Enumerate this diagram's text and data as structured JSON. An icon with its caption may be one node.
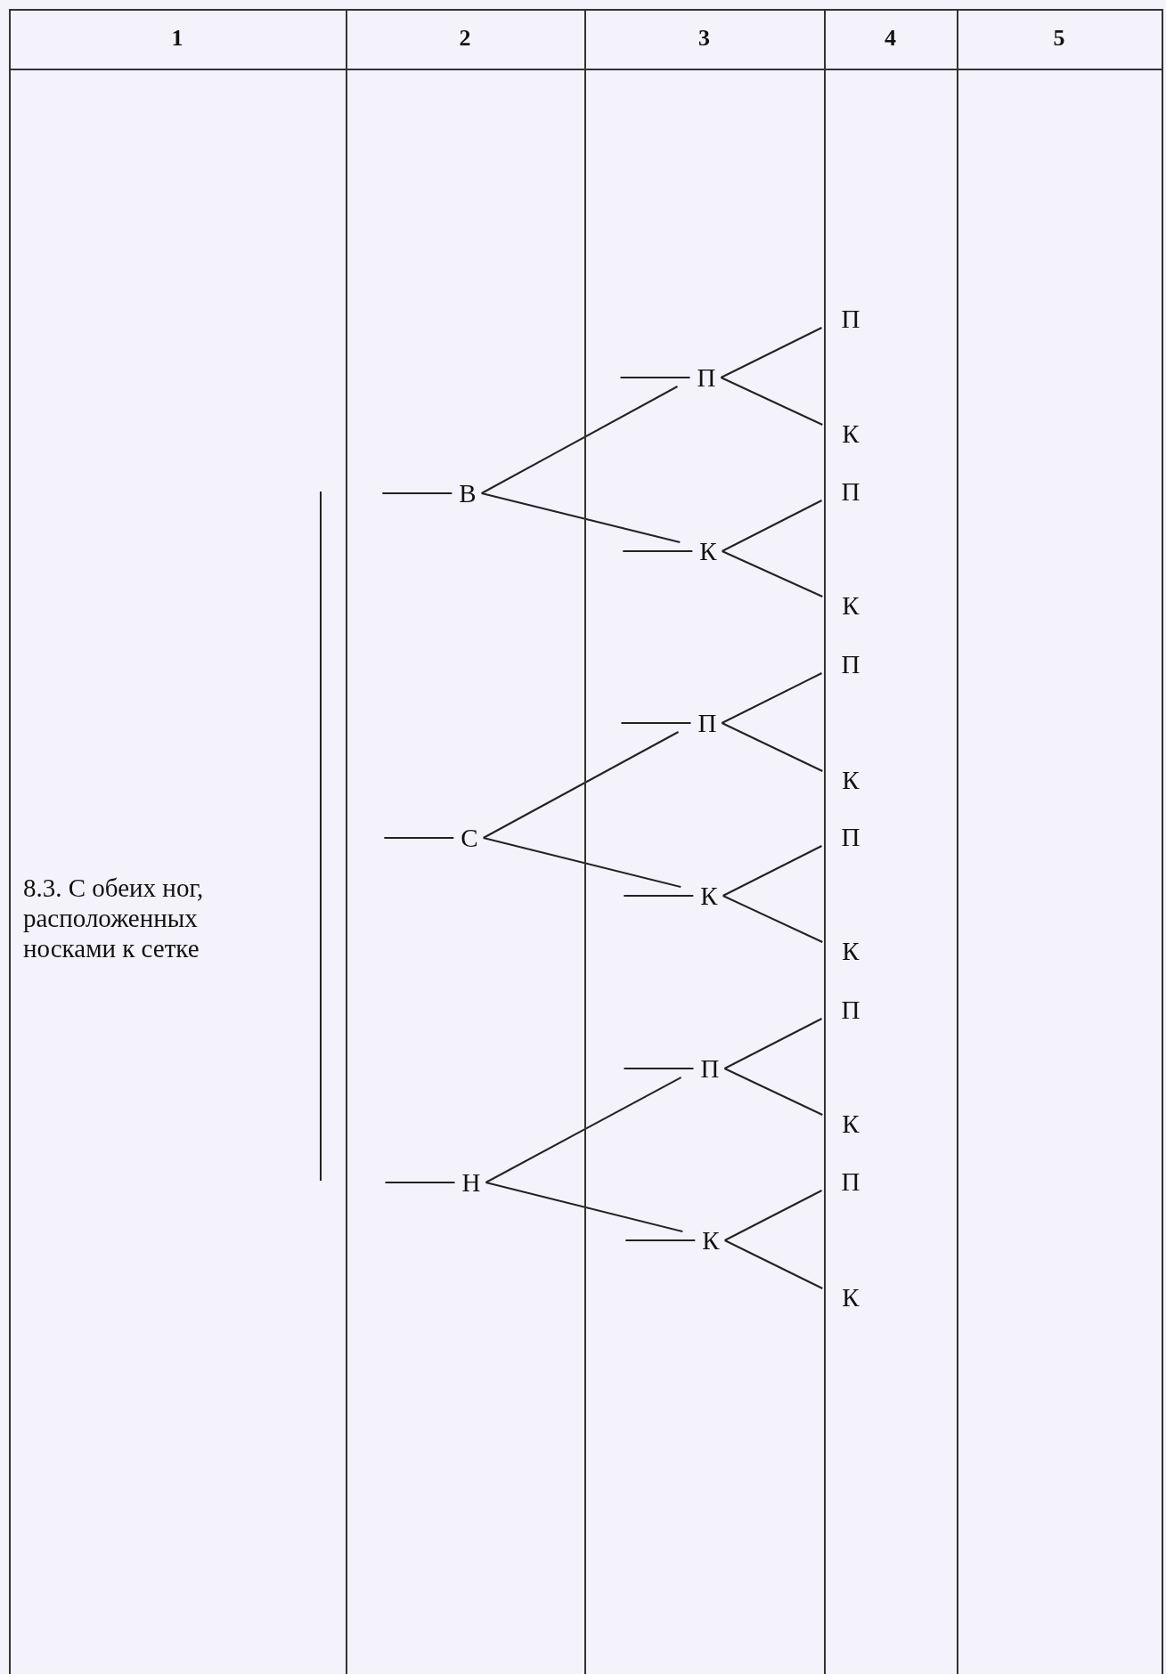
{
  "diagram": {
    "nodes": [
      {
        "text": [
          "В"
        ]
      },
      {
        "text": [
          "С"
        ]
      },
      {
        "text": [
          "Н"
        ]
      },
      {
        "text": [
          "П"
        ]
      },
      {
        "text": [
          "К"
        ]
      },
      {
        "text": [
          "П"
        ]
      },
      {
        "text": [
          "К"
        ]
      },
      {
        "text": [
          "П"
        ]
      },
      {
        "text": [
          "К"
        ]
      },
      {
        "text": [
          "П"
        ]
      },
      {
        "text": [
          "К"
        ]
      },
      {
        "text": [
          "П"
        ]
      },
      {
        "text": [
          "К"
        ]
      },
      {
        "text": [
          "П"
        ]
      },
      {
        "text": [
          "К"
        ]
      },
      {
        "text": [
          "П"
        ]
      },
      {
        "text": [
          "К"
        ]
      },
      {
        "text": [
          "П"
        ]
      },
      {
        "text": [
          "К"
        ]
      },
      {
        "text": [
          "П"
        ]
      },
      {
        "text": [
          "К"
        ]
      }
    ],
    "edges": [
      {
        "from": null,
        "to": 0,
        "arrow": "none"
      },
      {
        "from": null,
        "to": 1,
        "arrow": "none"
      },
      {
        "from": null,
        "to": 2,
        "arrow": "none"
      },
      {
        "from": 0,
        "to": 3,
        "arrow": "none"
      },
      {
        "from": 0,
        "to": 4,
        "arrow": "none"
      },
      {
        "from": 1,
        "to": 5,
        "arrow": "none"
      },
      {
        "from": 1,
        "to": 6,
        "arrow": "none"
      },
      {
        "from": 2,
        "to": 7,
        "arrow": "none"
      },
      {
        "from": 2,
        "to": 8,
        "arrow": "none"
      },
      {
        "from": null,
        "to": 3,
        "arrow": "none"
      },
      {
        "from": null,
        "to": 4,
        "arrow": "none"
      },
      {
        "from": null,
        "to": 5,
        "arrow": "none"
      },
      {
        "from": null,
        "to": 6,
        "arrow": "none"
      },
      {
        "from": null,
        "to": 7,
        "arrow": "none"
      },
      {
        "from": null,
        "to": 8,
        "arrow": "none"
      },
      {
        "from": 3,
        "to": 9,
        "arrow": "none"
      },
      {
        "from": 3,
        "to": 10,
        "arrow": "none"
      },
      {
        "from": 4,
        "to": 11,
        "arrow": "none"
      },
      {
        "from": 4,
        "to": 12,
        "arrow": "none"
      },
      {
        "from": 5,
        "to": 13,
        "arrow": "none"
      },
      {
        "from": 5,
        "to": 14,
        "arrow": "none"
      },
      {
        "from": 6,
        "to": 15,
        "arrow": "none"
      },
      {
        "from": 6,
        "to": 16,
        "arrow": "none"
      },
      {
        "from": 7,
        "to": 17,
        "arrow": "none"
      },
      {
        "from": 7,
        "to": 18,
        "arrow": "none"
      },
      {
        "from": 8,
        "to": 19,
        "arrow": "none"
      },
      {
        "from": 8,
        "to": 20,
        "arrow": "none"
      }
    ],
    "labels": [
      "1",
      "2",
      "3",
      "4",
      "5",
      "8.3. С обеих ног, расположенных носками к сетке"
    ]
  }
}
